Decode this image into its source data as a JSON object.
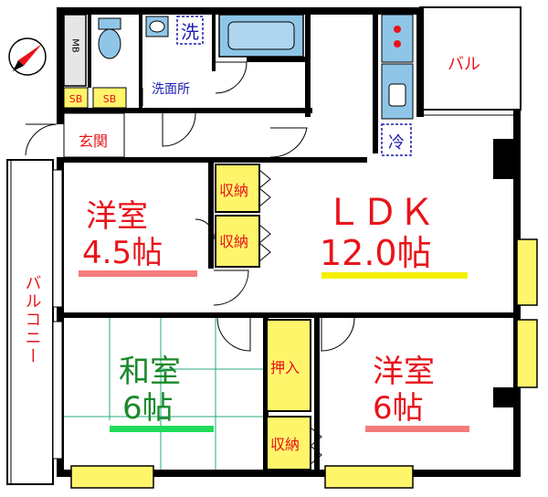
{
  "rooms": {
    "western_a": {
      "name": "洋室",
      "size": "4.5帖",
      "underline_color": "#f47c7c"
    },
    "ldk": {
      "name": "ＬＤＫ",
      "size": "12.0帖",
      "underline_color": "#f5f000"
    },
    "japanese": {
      "name": "和室",
      "size": "6帖",
      "underline_color": "#1edc5a",
      "text_color": "#1a8a2a"
    },
    "western_b": {
      "name": "洋室",
      "size": "6帖",
      "underline_color": "#f47c7c"
    }
  },
  "labels": {
    "balcony_top": "バル",
    "balcony_left": "バルコニー",
    "washroom": "洗面所",
    "entrance": "玄関",
    "mb": "MB",
    "sb1": "SB",
    "sb2": "SB",
    "washer": "洗",
    "fridge": "冷",
    "closet1": "収納",
    "closet2": "収納",
    "closet3": "収納",
    "oshiire": "押入"
  },
  "colors": {
    "wall": "#000000",
    "closet_fill": "#fff56b",
    "balcony_rail": "#fff56b",
    "fixture_fill": "#8fc6e8",
    "floor": "#ffffff",
    "label_red": "#e8141a",
    "label_blue": "#1b1bb0",
    "tatami_line": "#2aa880"
  },
  "icons": {
    "compass": "north-arrow-icon",
    "toilet": "toilet-icon",
    "bathtub": "bathtub-icon",
    "sink": "sink-icon",
    "stove": "stove-icon"
  }
}
